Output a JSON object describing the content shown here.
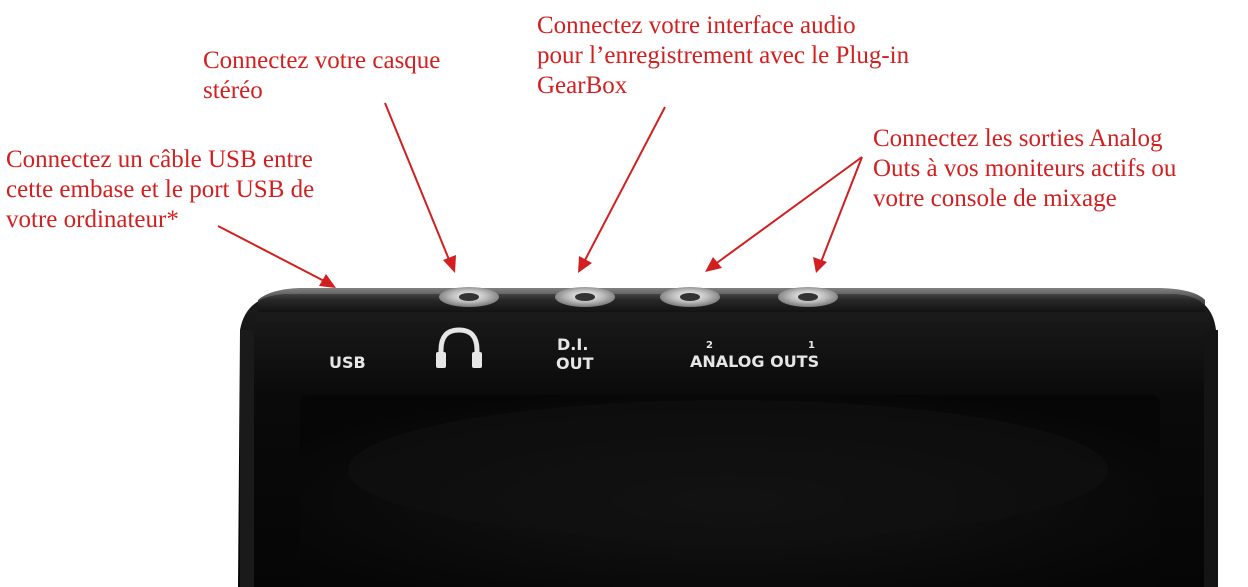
{
  "callouts": {
    "usb": {
      "lines": [
        "Connectez un câble USB entre",
        "cette embase et le port USB de",
        "votre ordinateur*"
      ]
    },
    "casque": {
      "lines": [
        "Connectez votre casque",
        "stéréo"
      ]
    },
    "di_out": {
      "lines": [
        "Connectez votre interface audio",
        "pour l’enregistrement avec le Plug-in",
        "GearBox"
      ]
    },
    "analog": {
      "lines": [
        "Connectez les sorties Analog",
        "Outs à vos moniteurs actifs ou",
        "votre console de mixage"
      ]
    }
  },
  "device_labels": {
    "usb": "USB",
    "di_line1": "D.I.",
    "di_line2": "OUT",
    "analog_num_2": "2",
    "analog_num_1": "1",
    "analog_outs": "ANALOG OUTS"
  },
  "icons": {
    "headphones": "headphones-icon"
  },
  "colors": {
    "annotation": "#d21f1f",
    "device_body": "#0b0b0b",
    "device_label": "#e6e6e6"
  }
}
